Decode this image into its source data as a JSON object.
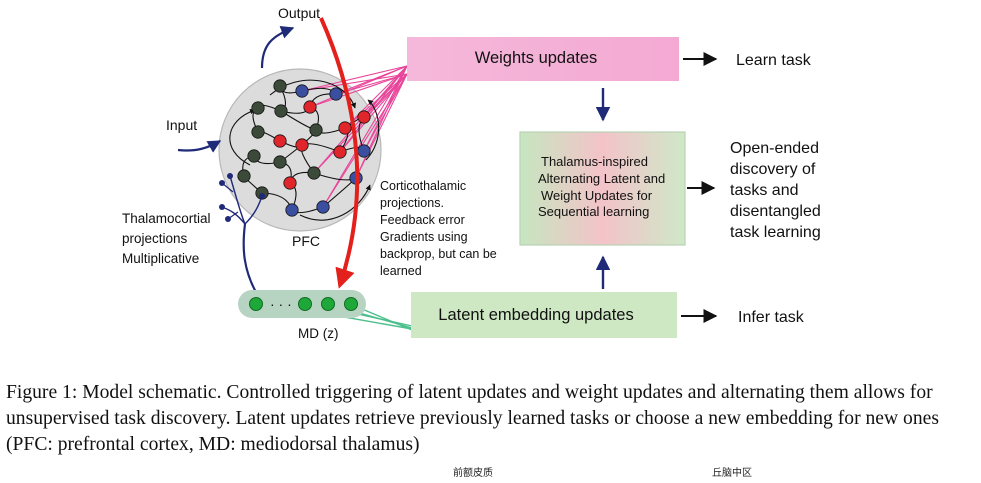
{
  "labels": {
    "output": "Output",
    "input": "Input",
    "pfc": "PFC",
    "md": "MD (z)",
    "md_dots": "· · ·",
    "thalamocortical": [
      "Thalamocortial",
      "projections",
      "Multiplicative"
    ],
    "corticothalamic": [
      "Corticothalamic",
      "projections.",
      "Feedback error",
      "Gradients using",
      "backprop, but can be",
      "learned"
    ]
  },
  "boxes": {
    "weights": "Weights updates",
    "thalamus": [
      "Thalamus-inspired",
      "Alternating Latent and",
      "Weight Updates for",
      "Sequential learning"
    ],
    "latent": "Latent embedding updates"
  },
  "outcomes": {
    "learn": "Learn task",
    "open": [
      "Open-ended",
      "discovery of",
      "tasks and",
      "disentangled",
      "task learning"
    ],
    "infer": "Infer task"
  },
  "caption": "Figure 1: Model schematic. Controlled triggering of latent updates and weight updates and alternating them allows for unsupervised task discovery. Latent updates retrieve previously learned tasks or choose a new embedding for new ones (PFC: prefrontal cortex, MD: mediodorsal thalamus)",
  "annotations": {
    "pfc_cn": "前额皮质",
    "md_cn": "丘脑中区"
  },
  "colors": {
    "pink_line": "#e8459a",
    "red_arrow": "#e3201b",
    "navy": "#1f2a78",
    "green_line": "#4dbf8c",
    "node_dark": "#3c4a3a",
    "node_red": "#e0262a",
    "node_blue": "#3b4fa0",
    "node_green": "#1fa83a"
  }
}
